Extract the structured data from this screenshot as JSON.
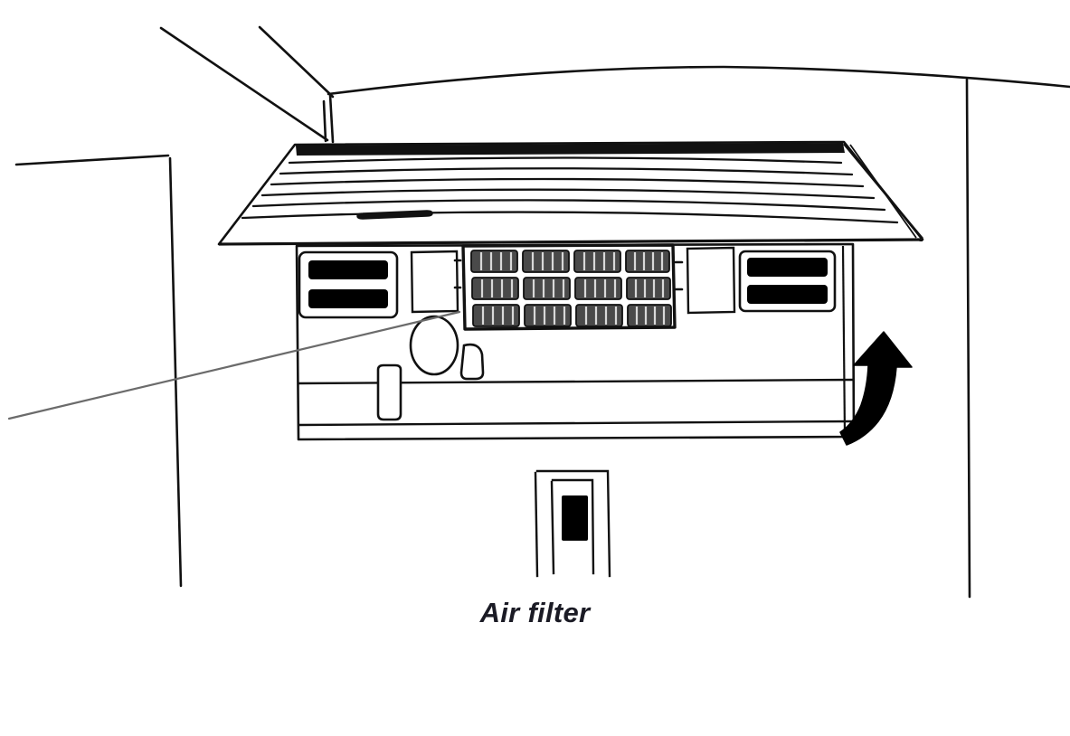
{
  "figure": {
    "title": "Air filter",
    "caption": "Air filter",
    "caption_style": "bold-italic",
    "type": "technical-line-illustration",
    "subject": "ceiling-mounted air conditioner air filter access",
    "background_color": "#ffffff",
    "line_color": "#111111",
    "fill_dark": "#000000",
    "fill_filter_cell": "#4a4a4a",
    "leader_line_color": "#6b6b6b"
  },
  "labels": {
    "air_filter": "Air filter"
  },
  "parts": {
    "ceiling_panel": "ceiling-panel",
    "louver_cover": "louver-cover",
    "louver_line_count": 6,
    "left_vent": "left-vent-grille",
    "right_vent": "right-vent-grille",
    "vent_slot_count": 2,
    "filter_grid": "air-filter-grid",
    "filter_columns": 4,
    "filter_rows": 3,
    "filter_cell_stripes": 4,
    "release_latch": "release-latch",
    "rotation_arrow": "open-direction-arrow",
    "leader_line": "air-filter-leader-line",
    "corner_pointer": "cabin-corner-pointer",
    "side_tab": "side-tab-handle",
    "blower_circle": "blower-knob",
    "hook_bracket": "hook-bracket"
  },
  "annotations": {
    "arrow_direction": "up-right rotation, indicates swinging the cover open",
    "leader_target": "air filter grid"
  }
}
